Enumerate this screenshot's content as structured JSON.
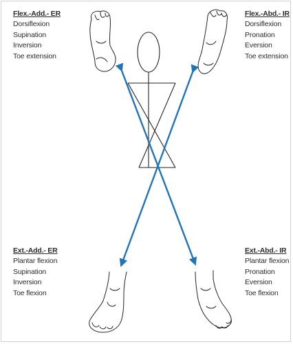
{
  "quadrants": {
    "top_left": {
      "title": "Flex.-Add.- ER",
      "items": [
        "Dorsiflexion",
        "Supination",
        "Inversion",
        "Toe extension"
      ]
    },
    "top_right": {
      "title": "Flex.-Abd.- IR",
      "items": [
        "Dorsiflexion",
        "Pronation",
        "Eversion",
        "Toe extension"
      ]
    },
    "bottom_left": {
      "title": "Ext.-Add.- ER",
      "items": [
        "Plantar flexion",
        "Supination",
        "Inversion",
        "Toe flexion"
      ]
    },
    "bottom_right": {
      "title": "Ext.-Abd.- IR",
      "items": [
        "Plantar flexion",
        "Pronation",
        "Eversion",
        "Toe flexion"
      ]
    }
  },
  "colors": {
    "arrow": "#1f74b8",
    "line": "#222222"
  }
}
